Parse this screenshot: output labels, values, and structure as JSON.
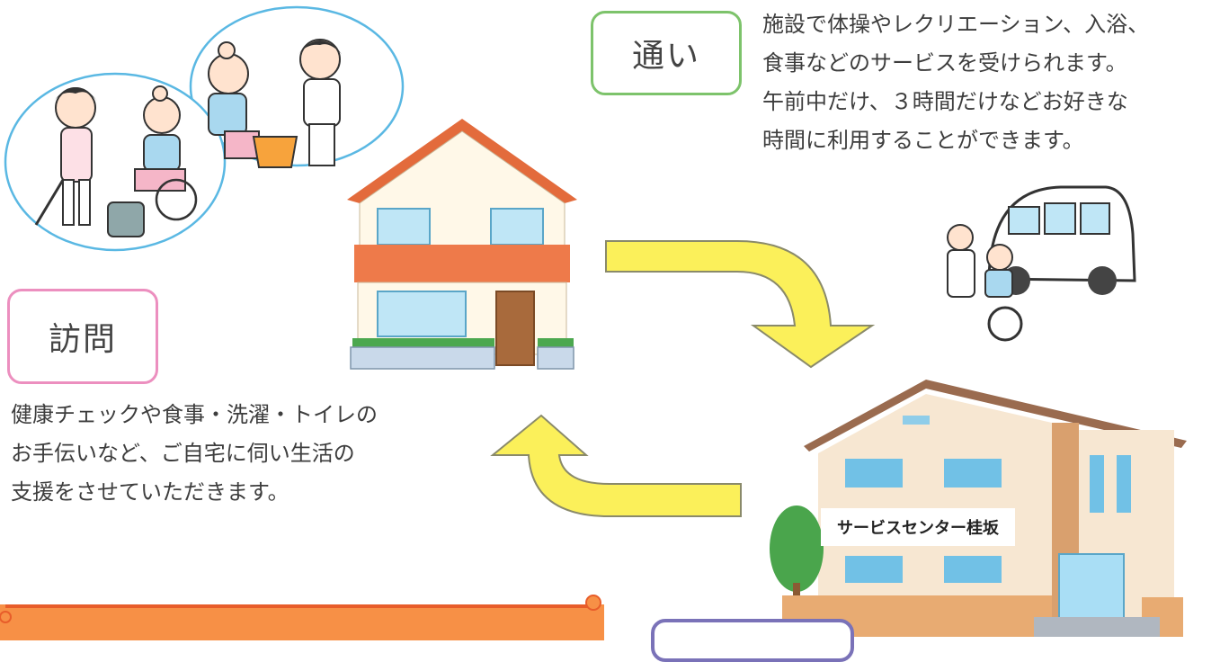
{
  "kayoi": {
    "label": "通い",
    "lines": [
      "施設で体操やレクリエーション、入浴、",
      "食事などのサービスを受けられます。",
      "午前中だけ、３時間だけなどお好きな",
      "時間に利用することができます。"
    ]
  },
  "houmon": {
    "label": "訪問",
    "lines": [
      "健康チェックや食事・洗濯・トイレの",
      "お手伝いなど、ご自宅に伺い生活の",
      "支援をさせていただきます。"
    ]
  },
  "facility": {
    "name": "サービスセンター桂坂"
  },
  "colors": {
    "kayoi_border": "#7dc36b",
    "houmon_border": "#ec8fbf",
    "arrow": "#fbf05a",
    "house_roof": "#e36b3c",
    "house_band": "#ee7a4a",
    "banner": "#f79046"
  }
}
